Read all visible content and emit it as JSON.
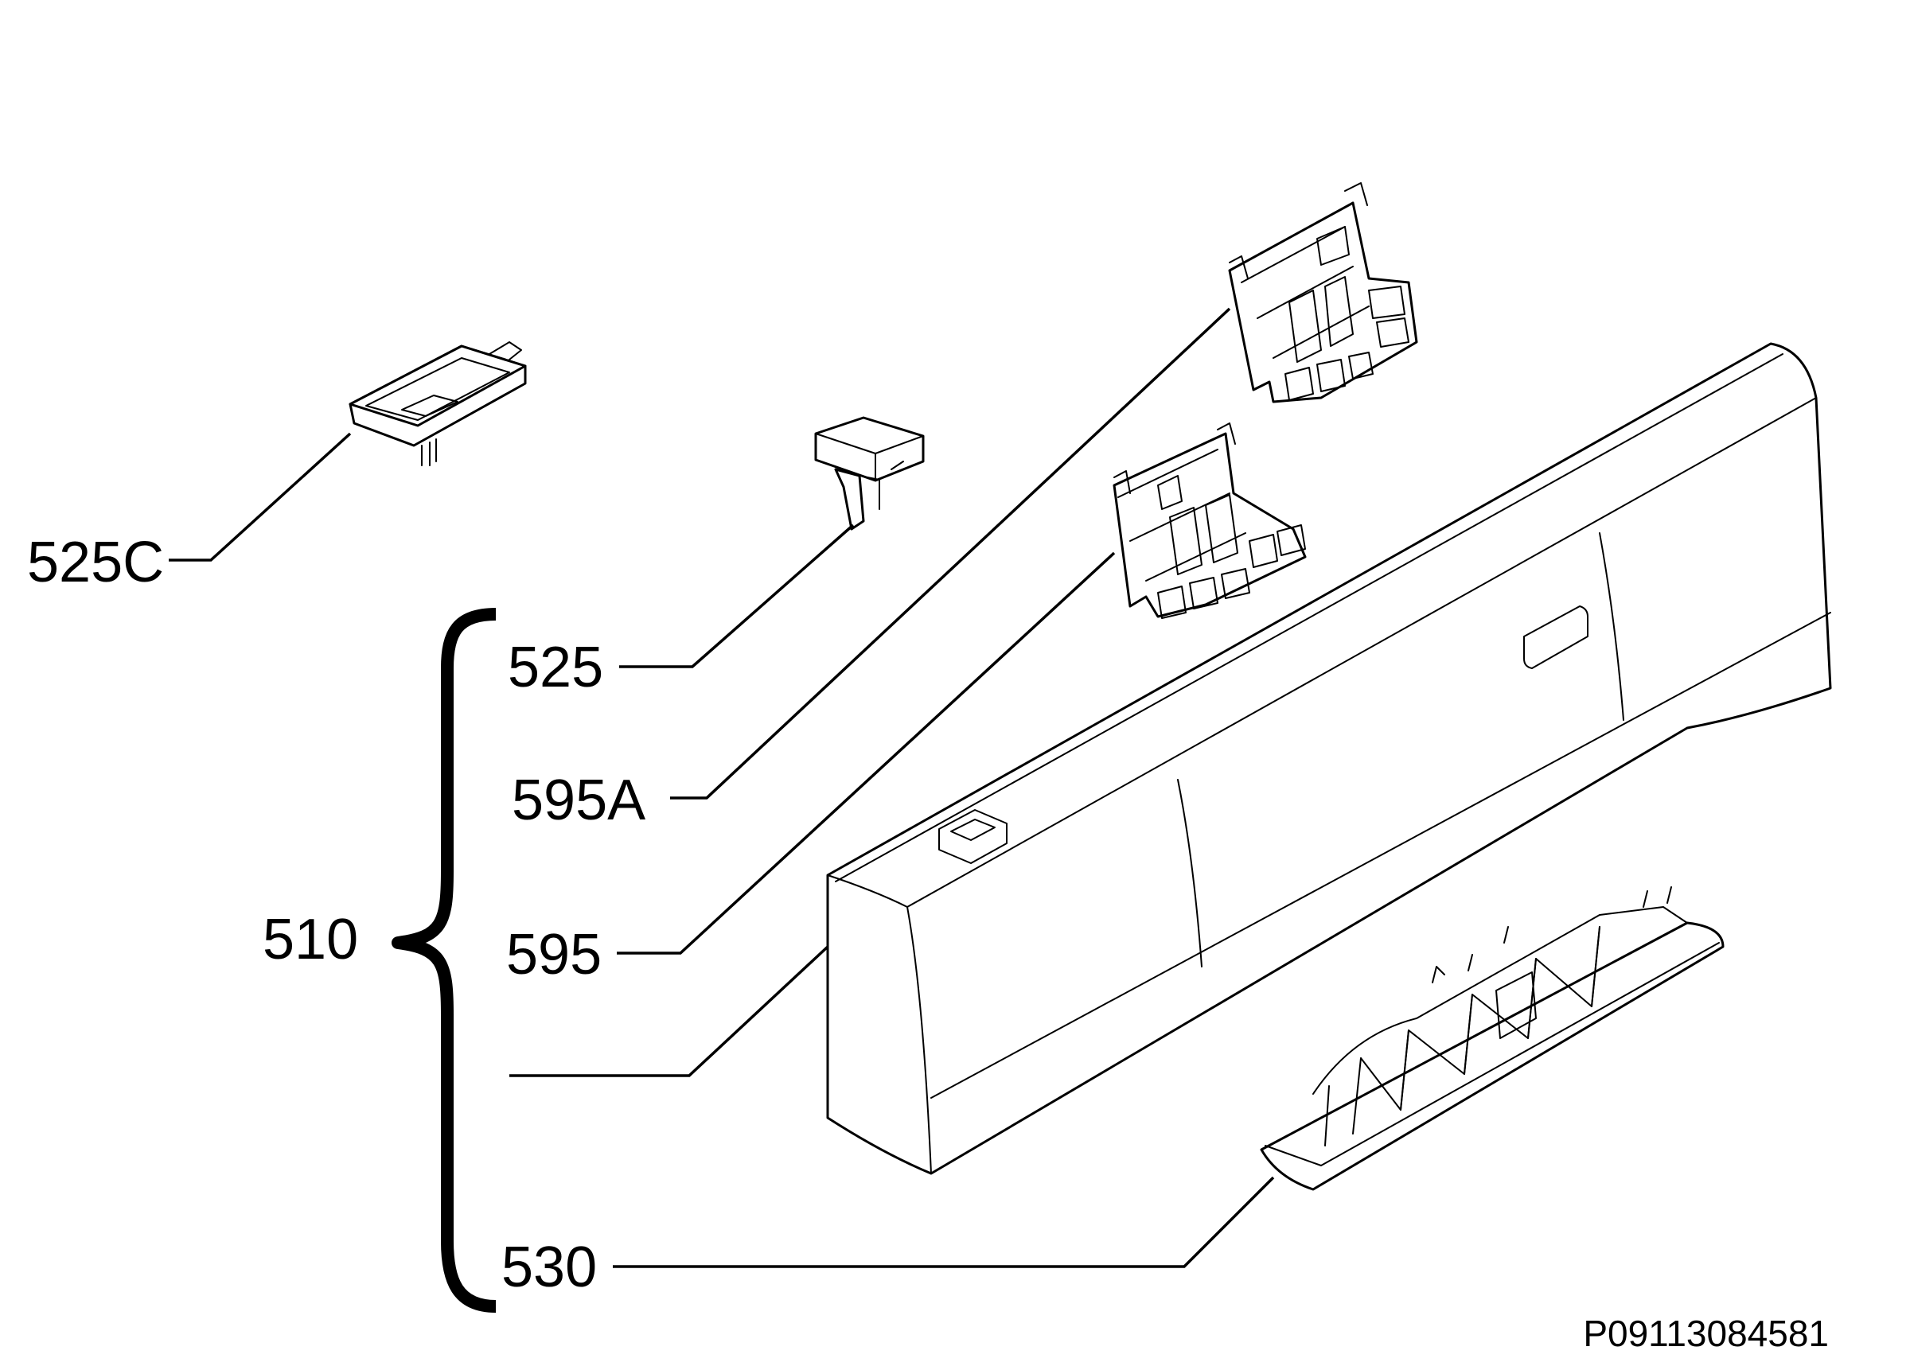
{
  "diagram": {
    "labels": {
      "p525c": "525C",
      "p525": "525",
      "p595a": "595A",
      "p595": "595",
      "p510": "510",
      "p530": "530"
    },
    "drawing_code": "P09113084581"
  }
}
